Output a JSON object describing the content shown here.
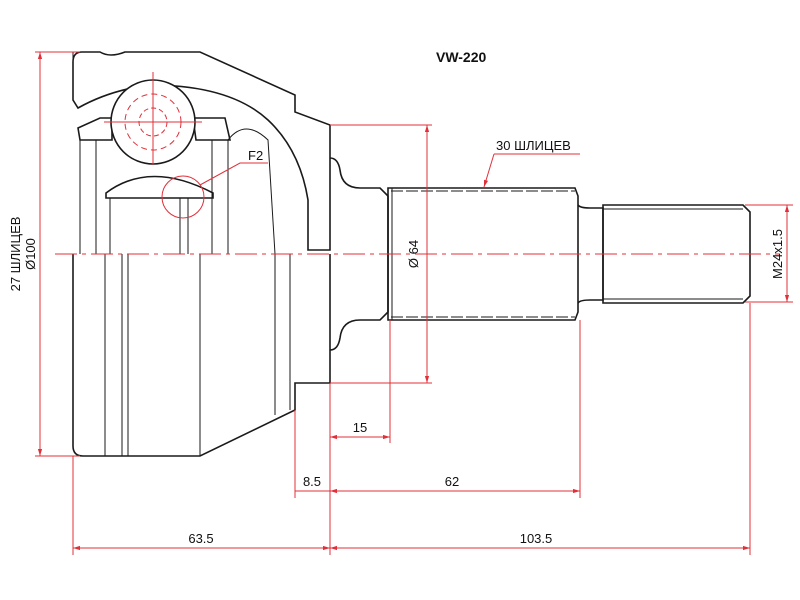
{
  "title": "VW-220",
  "labels": {
    "inner_splines": "27 ШЛИЦЕВ",
    "outer_diameter": "Ø100",
    "flange_diameter": "Ø 64",
    "outer_splines": "30 ШЛИЦЕВ",
    "thread": "M24x1.5",
    "detail": "F2"
  },
  "dimensions": {
    "shoulder_length": "15",
    "flange_offset": "8.5",
    "spline_length": "62",
    "body_length": "63.5",
    "shaft_length": "103.5"
  },
  "colors": {
    "dimension": "#e0303a",
    "outline": "#1a1a1a"
  }
}
